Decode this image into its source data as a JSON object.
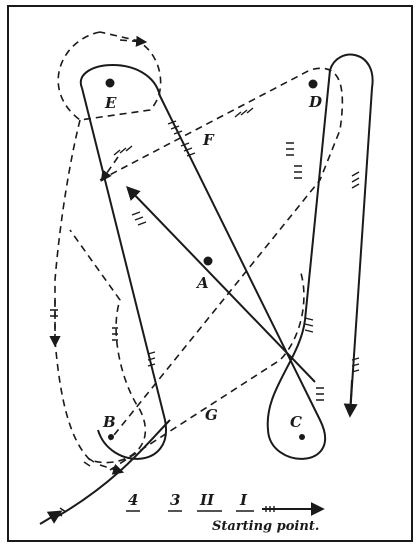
{
  "points": [
    {
      "id": "A",
      "label": "A"
    },
    {
      "id": "B",
      "label": "B"
    },
    {
      "id": "C",
      "label": "C"
    },
    {
      "id": "D",
      "label": "D"
    },
    {
      "id": "E",
      "label": "E"
    }
  ],
  "path_labels": {
    "F": "F",
    "G": "G"
  },
  "sequence": [
    "4",
    "3",
    "II",
    "I"
  ],
  "start_label": "Starting point."
}
